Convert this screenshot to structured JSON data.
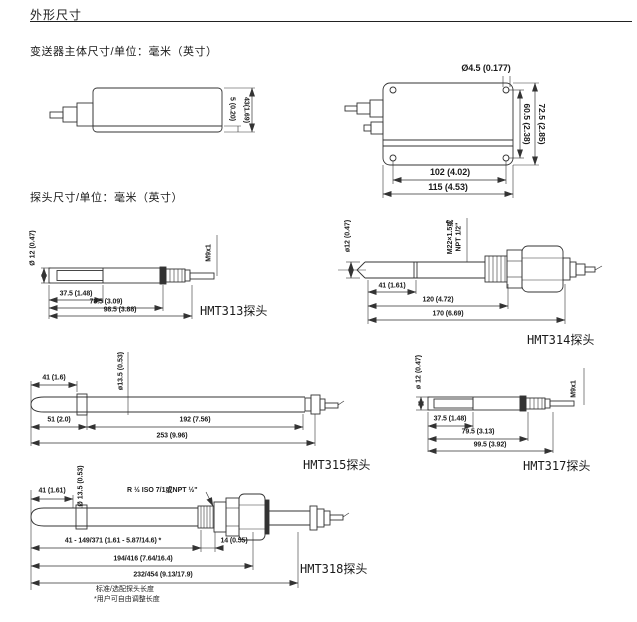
{
  "colors": {
    "ink": "#333333",
    "background": "#ffffff"
  },
  "page": {
    "title": "外形尺寸",
    "section1": "变送器主体尺寸/单位：毫米（英寸）",
    "section2": "探头尺寸/单位：毫米（英寸）"
  },
  "transmitter": {
    "side": {
      "base": "5 (0.20)",
      "height": "43(1.69)"
    },
    "front": {
      "hole_dia": "Ø4.5 (0.177)",
      "holes_v": "60.5 (2.38)",
      "height": "72.5 (2.85)",
      "holes_h": "102 (4.02)",
      "width": "115 (4.53)"
    }
  },
  "probes": {
    "hmt313": {
      "label": "HMT313探头",
      "dia": "Ø 12 (0.47)",
      "thread": "M9x1",
      "dims": [
        "37.5 (1.48)",
        "78.5 (3.09)",
        "98.5 (3.88)"
      ]
    },
    "hmt314": {
      "label": "HMT314探头",
      "dia": "ø12 (0.47)",
      "thread_line1": "M22×1.5或",
      "thread_line2": "NPT 1/2\"",
      "dims": [
        "41 (1.61)",
        "120 (4.72)",
        "170 (6.69)"
      ]
    },
    "hmt315": {
      "label": "HMT315探头",
      "dia": "ø13.5 (0.53)",
      "dims": [
        "41 (1.6)",
        "51 (2.0)",
        "192 (7.56)",
        "253 (9.96)"
      ]
    },
    "hmt317": {
      "label": "HMT317探头",
      "dia": "ø 12 (0.47)",
      "thread": "M9x1",
      "dims": [
        "37.5 (1.48)",
        "79.5 (3.13)",
        "99.5 (3.92)"
      ]
    },
    "hmt318": {
      "label": "HMT318探头",
      "dia": "Ø 13.5 (0.53)",
      "fitting": "R ½ ISO 7/1或NPT ½\"",
      "dims": [
        "41 (1.61)",
        "41 - 149/371 (1.61 - 5.87/14.6) *",
        "14 (0.55)",
        "194/416 (7.64/16.4)",
        "232/454 (9.13/17.9)"
      ],
      "notes": [
        "标准/选配探头长度",
        "*用户可自由调整长度"
      ]
    }
  }
}
